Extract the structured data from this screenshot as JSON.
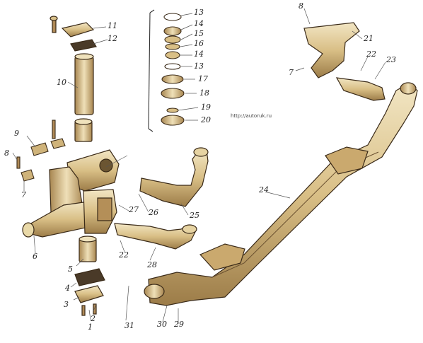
{
  "diagram": {
    "watermark": "http://autoruk.ru",
    "callouts": [
      "1",
      "2",
      "3",
      "4",
      "5",
      "6",
      "7",
      "8",
      "9",
      "10",
      "11",
      "12",
      "13",
      "14",
      "15",
      "16",
      "14",
      "13",
      "17",
      "18",
      "19",
      "20",
      "8",
      "21",
      "7",
      "22",
      "23",
      "24",
      "25",
      "26",
      "27",
      "22",
      "28",
      "29",
      "30",
      "31"
    ]
  },
  "colors": {
    "metal": "#d8c08a",
    "metal_light": "#efe2bc",
    "metal_dark": "#9a7a48",
    "outline": "#3a2a18",
    "leader": "#555555"
  }
}
